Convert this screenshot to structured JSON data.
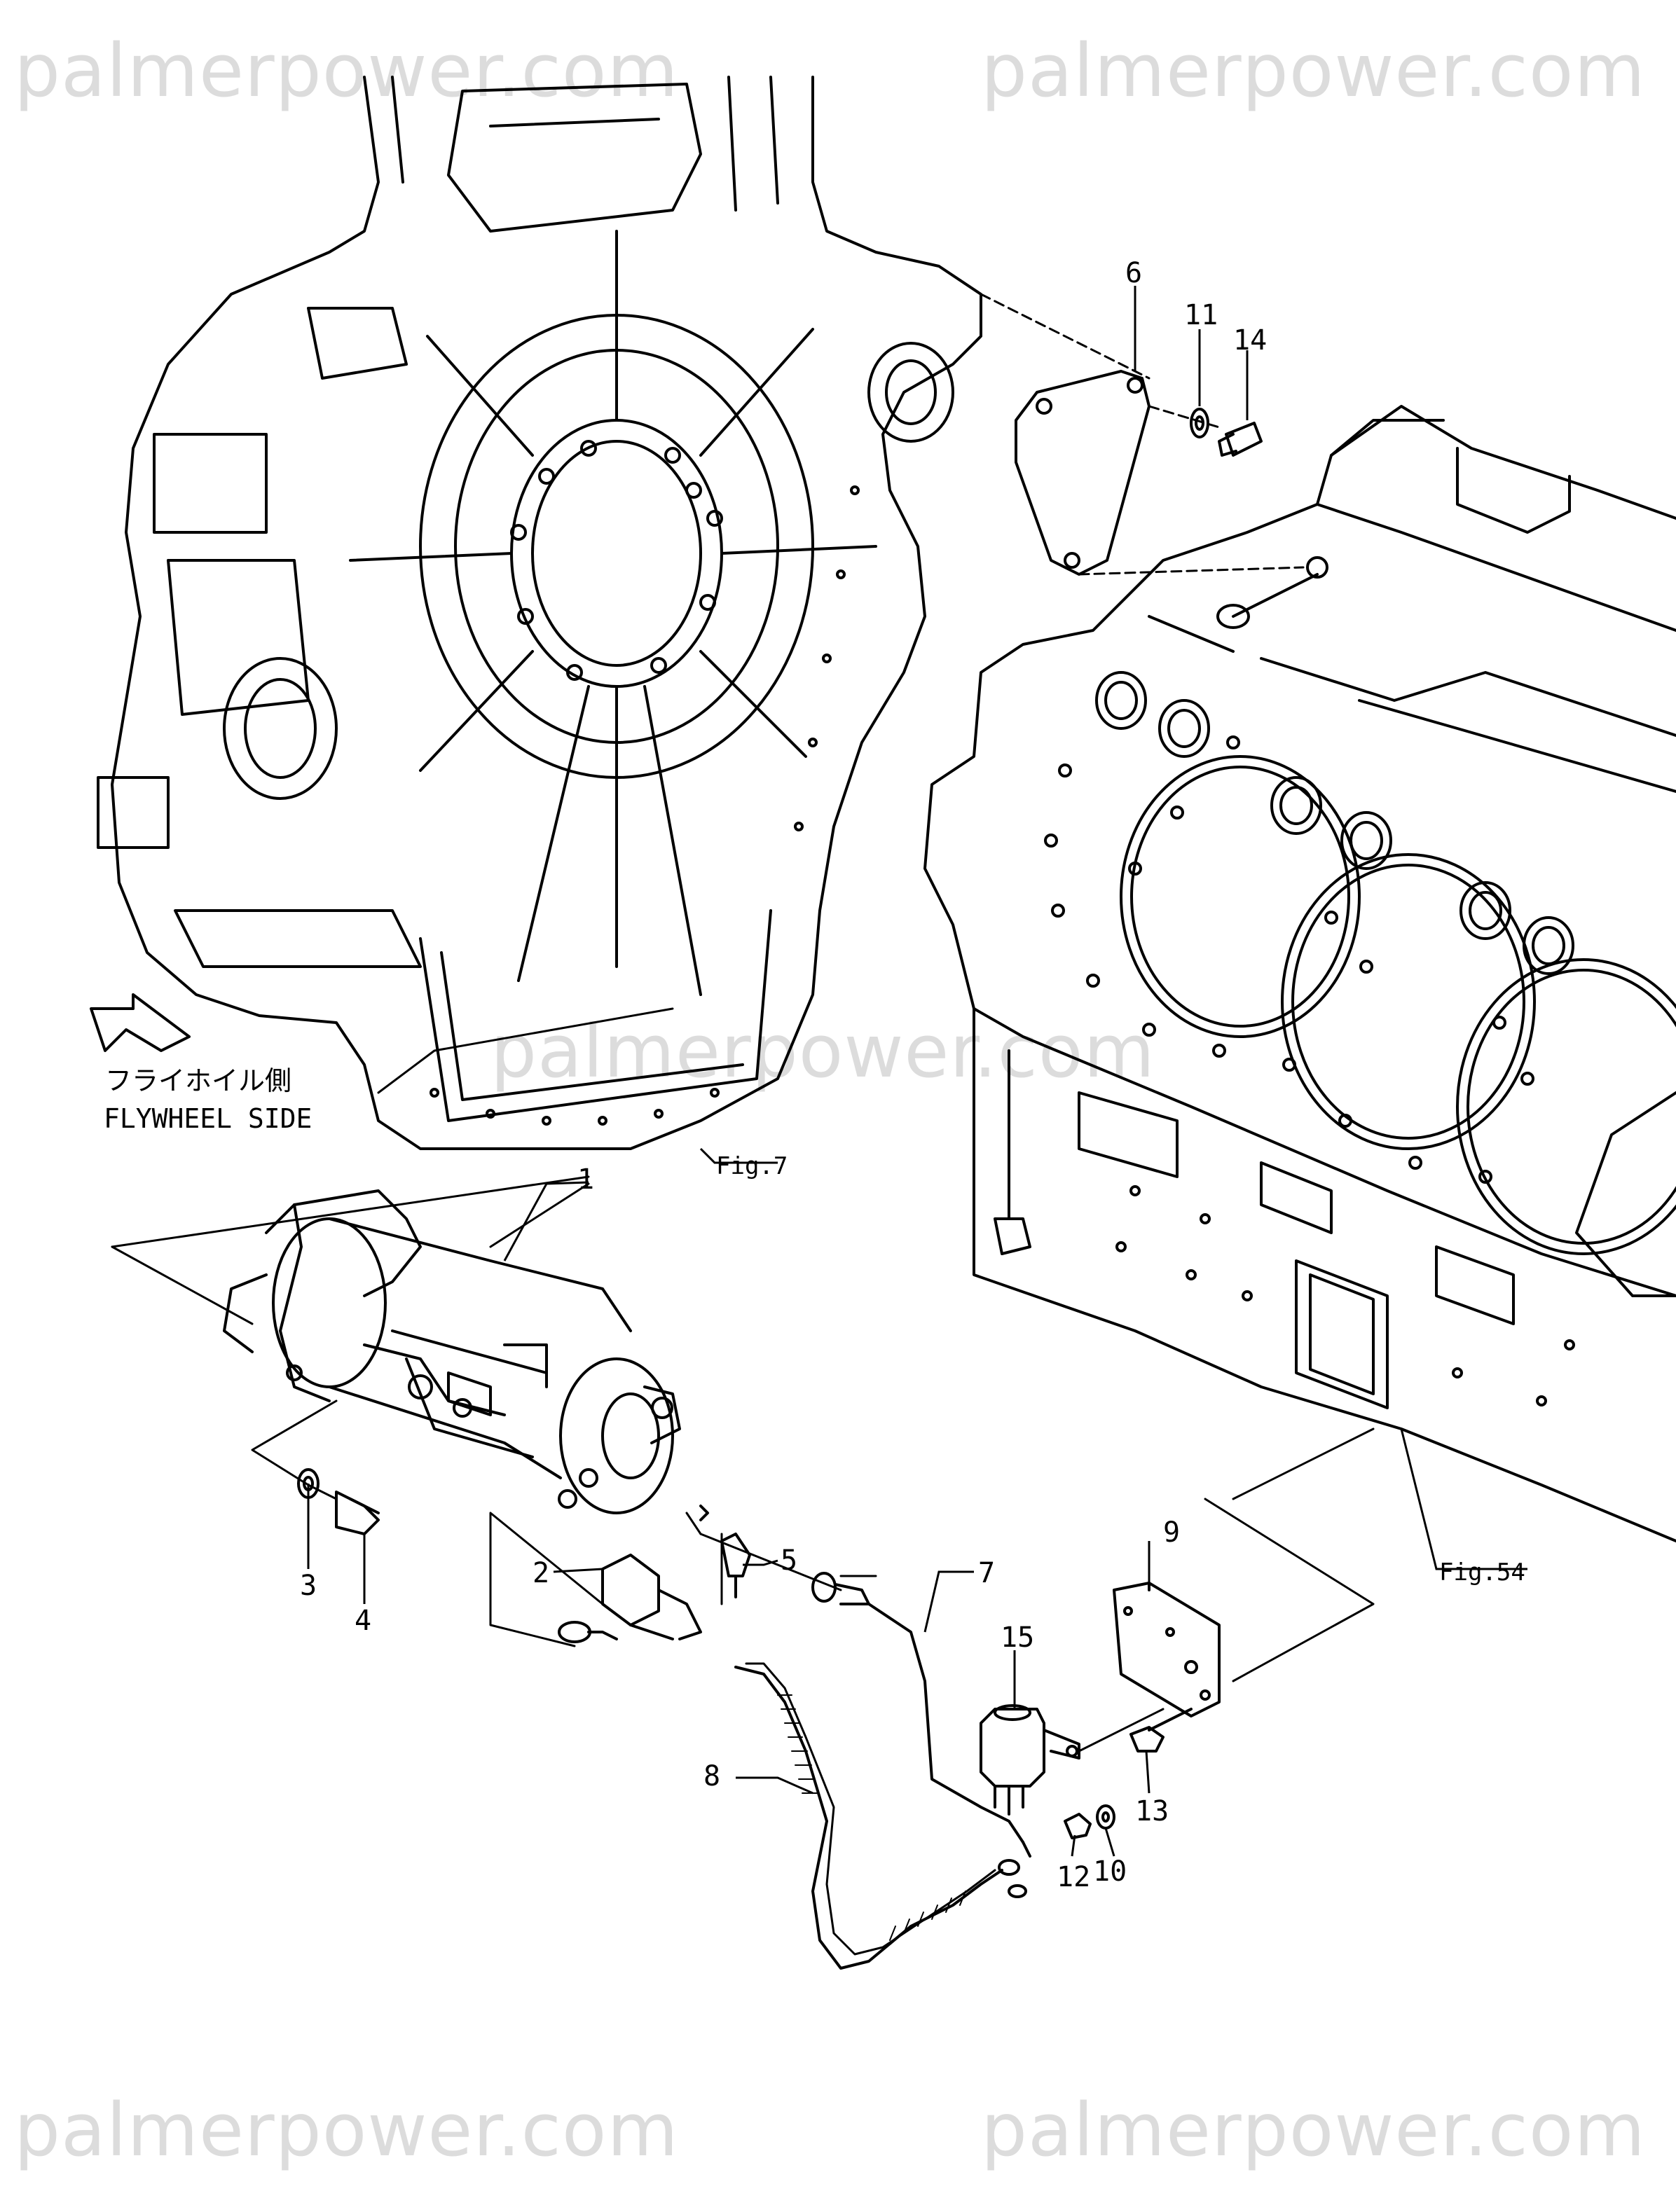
{
  "watermark": {
    "top_left": "palmerpower.com",
    "top_right": "palmerpower.com",
    "center": "palmerpower.com",
    "bottom_left": "palmerpower.com",
    "bottom_right": "palmerpower.com"
  },
  "direction_indicator": {
    "label_jp": "フライホイル側",
    "label_en": "FLYWHEEL SIDE"
  },
  "figure_refs": {
    "fig7": "Fig.7",
    "fig54": "Fig.54"
  },
  "callouts": {
    "p1": "1",
    "p2": "2",
    "p3": "3",
    "p4": "4",
    "p5": "5",
    "p6": "6",
    "p7": "7",
    "p8": "8",
    "p9": "9",
    "p10": "10",
    "p11": "11",
    "p12": "12",
    "p13": "13",
    "p14": "14",
    "p15": "15"
  }
}
